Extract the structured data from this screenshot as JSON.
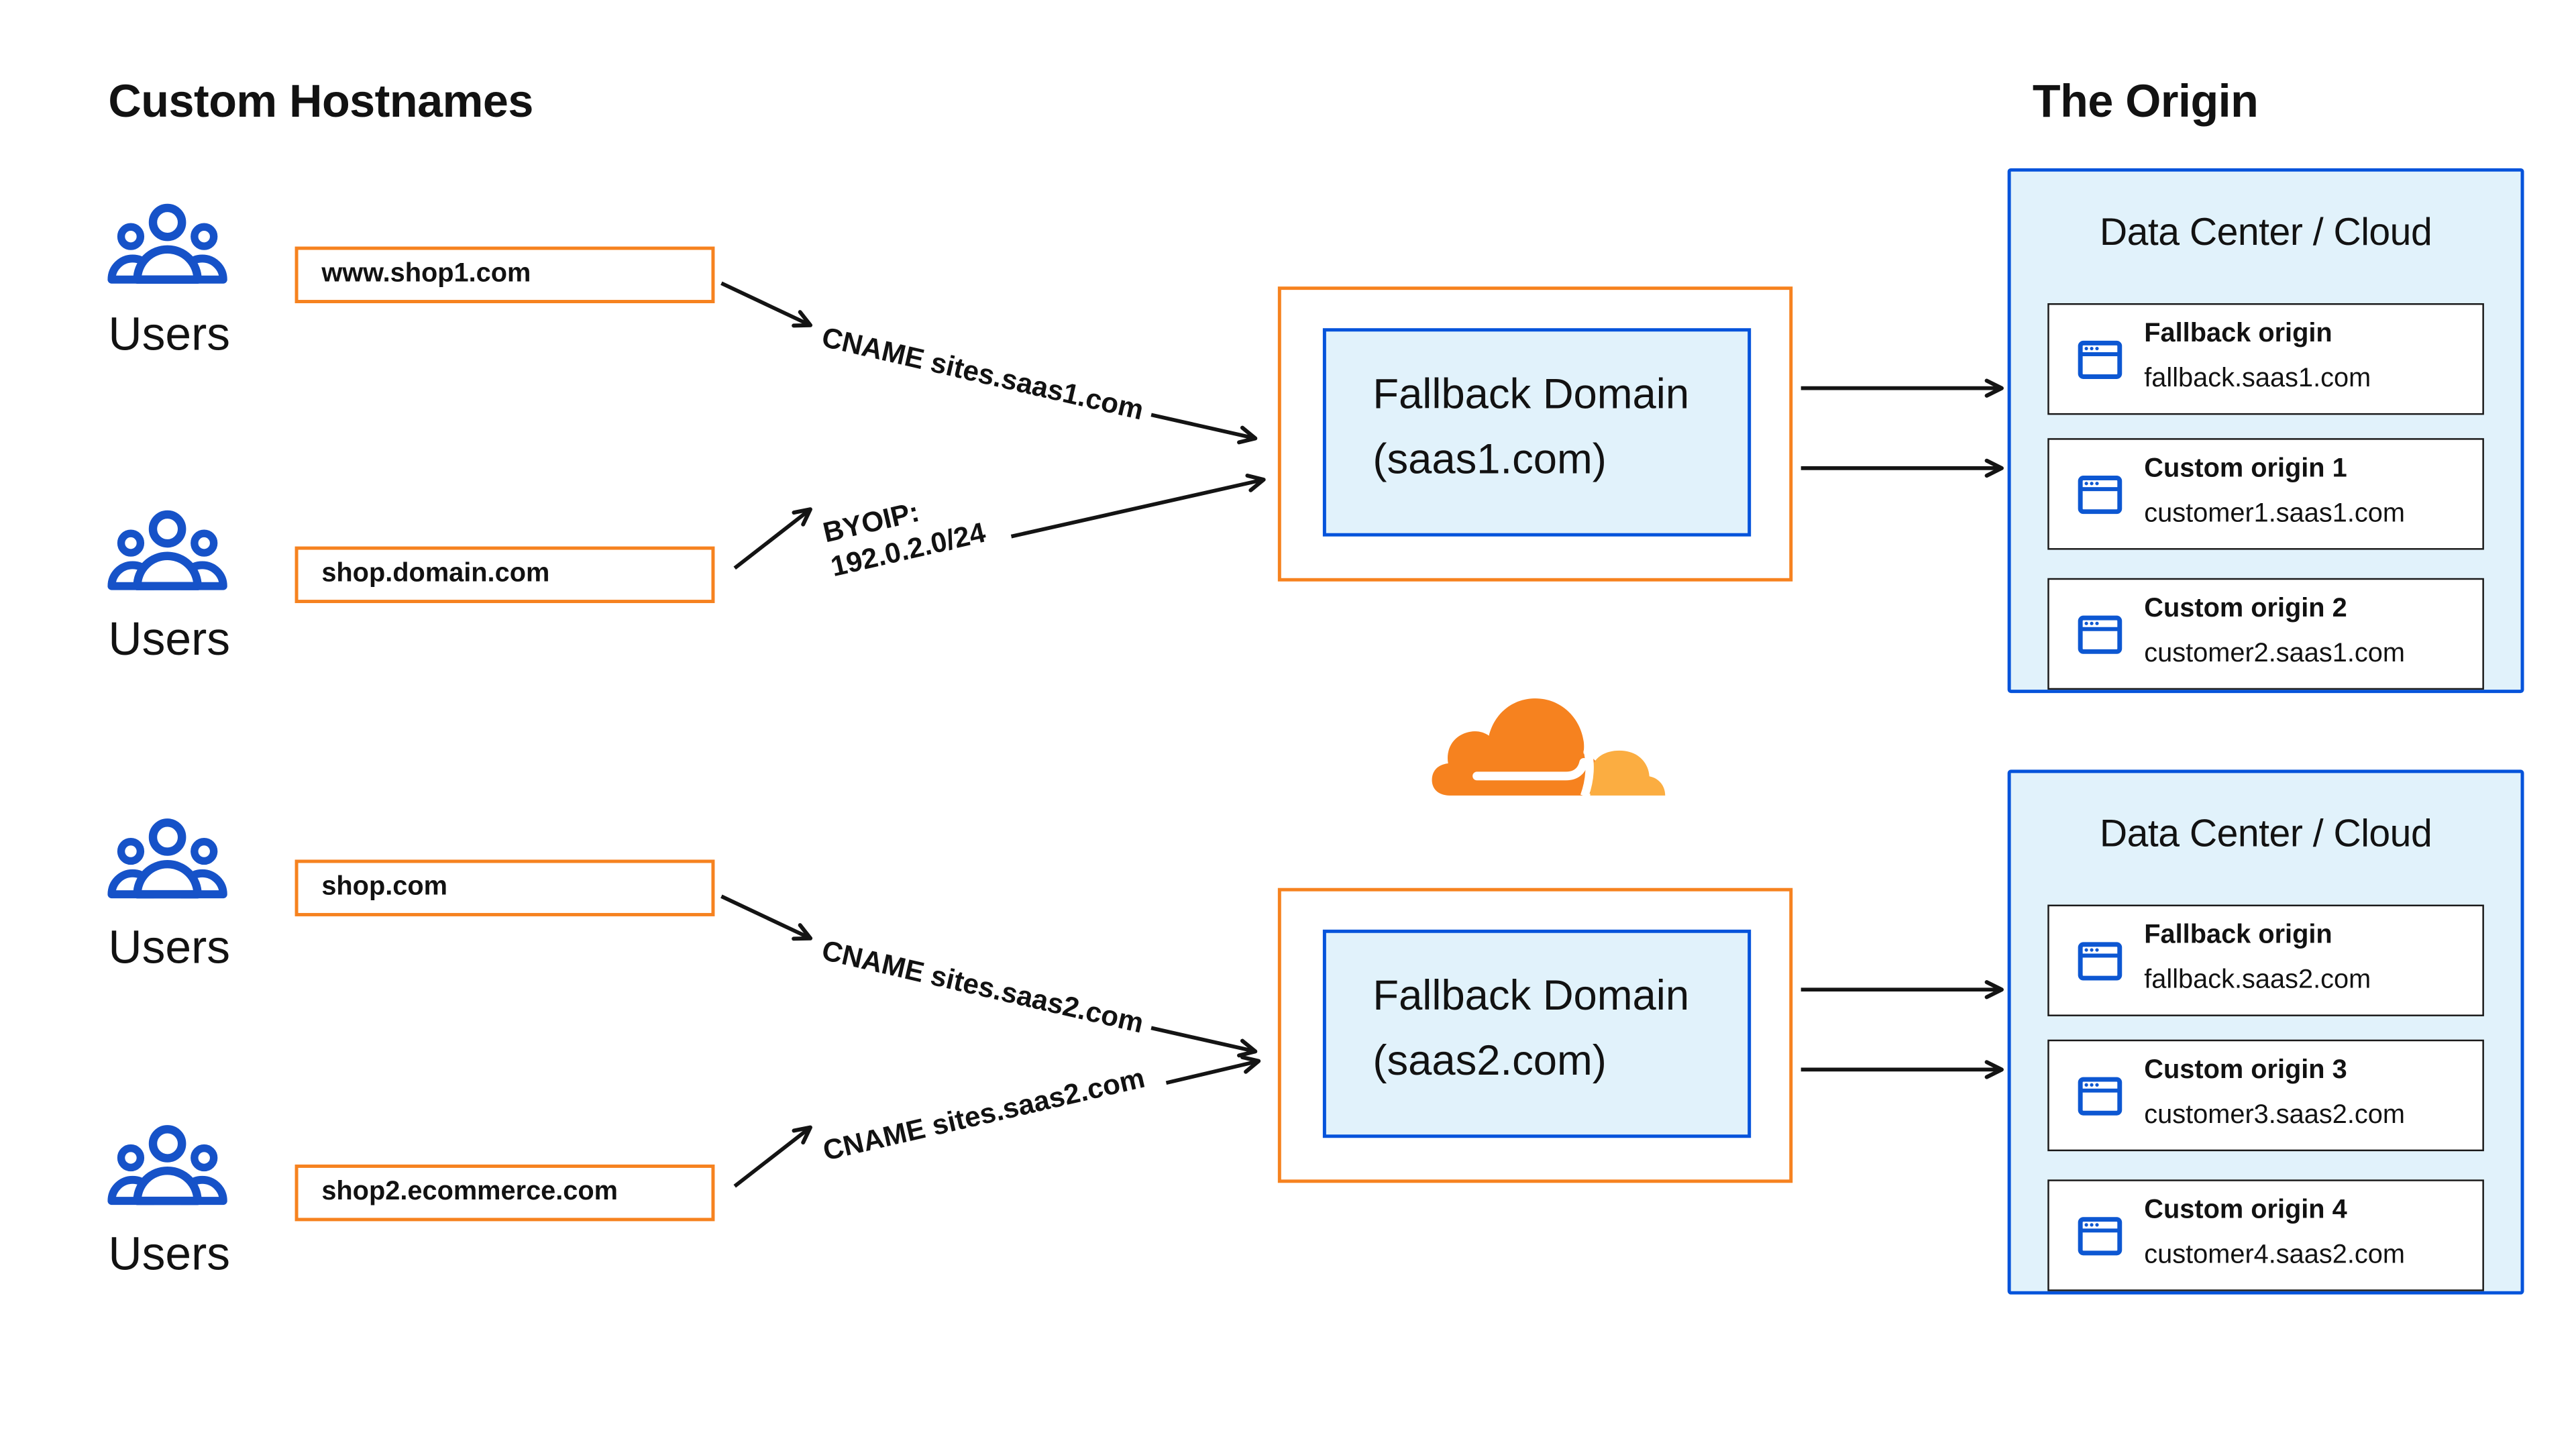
{
  "titles": {
    "left": "Custom Hostnames",
    "right": "The Origin"
  },
  "users_label": "Users",
  "hostnames": [
    {
      "label": "www.shop1.com"
    },
    {
      "label": "shop.domain.com"
    },
    {
      "label": "shop.com"
    },
    {
      "label": "shop2.ecommerce.com"
    }
  ],
  "route_labels": {
    "cname_saas1": "CNAME sites.saas1.com",
    "byoip_line1": "BYOIP:",
    "byoip_line2": "192.0.2.0/24",
    "cname_saas2_a": "CNAME sites.saas2.com",
    "cname_saas2_b": "CNAME sites.saas2.com"
  },
  "fallback_domains": [
    {
      "line1": "Fallback Domain",
      "line2": "(saas1.com)"
    },
    {
      "line1": "Fallback Domain",
      "line2": "(saas2.com)"
    }
  ],
  "data_centers": [
    {
      "title": "Data Center / Cloud",
      "origins": [
        {
          "name": "Fallback origin",
          "host": "fallback.saas1.com"
        },
        {
          "name": "Custom origin 1",
          "host": "customer1.saas1.com"
        },
        {
          "name": "Custom origin 2",
          "host": "customer2.saas1.com"
        }
      ]
    },
    {
      "title": "Data Center / Cloud",
      "origins": [
        {
          "name": "Fallback origin",
          "host": "fallback.saas2.com"
        },
        {
          "name": "Custom origin 3",
          "host": "customer3.saas2.com"
        },
        {
          "name": "Custom origin 4",
          "host": "customer4.saas2.com"
        }
      ]
    }
  ],
  "icons": {
    "users": "users-icon",
    "origin_server": "browser-window-icon",
    "brand": "cloudflare-logo"
  },
  "colors": {
    "orange": "#F6821F",
    "blue": "#0553DB",
    "light_blue": "#E1F2FB",
    "icon_blue": "#0D57D2",
    "users_blue": "#1652C8",
    "arrow": "#141414",
    "text": "#121212",
    "card_border": "#1a1a1a",
    "cf_orange": "#F6821F",
    "cf_light": "#FBAD41",
    "bg": "#ffffff"
  }
}
